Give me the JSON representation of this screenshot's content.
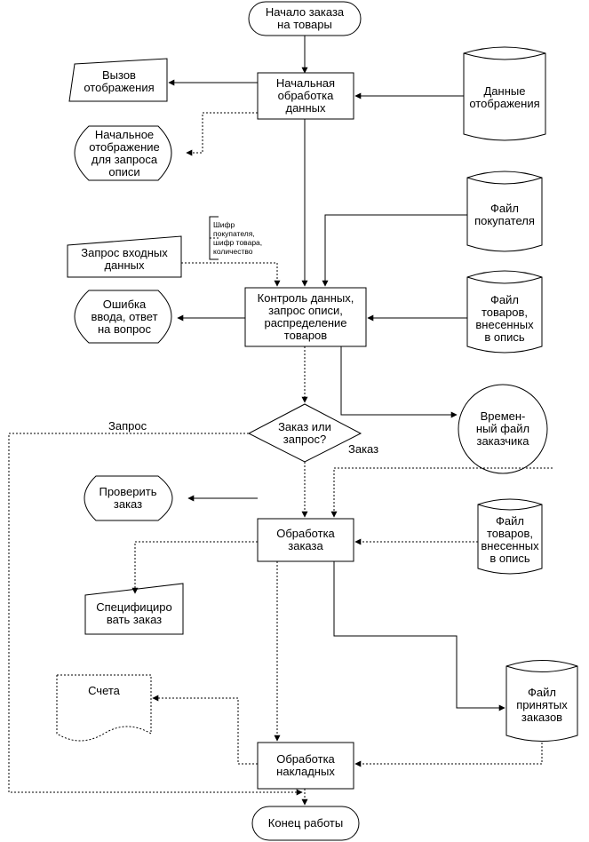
{
  "nodes": {
    "start": "Начало заказа\nна товары",
    "display_call": "Вызов\nотображения",
    "initial_processing": "Начальная\nобработка\nданных",
    "display_data": "Данные\nотображения",
    "initial_display": "Начальное\nотображение\nдля запроса\nописи",
    "customer_file": "Файл\nпокупателя",
    "cipher_note": "Шифр\nпокупателя,\nшифр товара,\nколичество",
    "input_request": "Запрос входных\nданных",
    "data_control": "Контроль данных,\nзапрос описи,\nраспределение\nтоваров",
    "input_error": "Ошибка\nввода, ответ\nна вопрос",
    "inventory_file_1": "Файл\nтоваров,\nвнесенных\nв опись",
    "temp_customer_file": "Времен-\nный файл\nзаказчика",
    "decision": "Заказ или\nзапрос?",
    "check_order": "Проверить\nзаказ",
    "order_processing": "Обработка\nзаказа",
    "inventory_file_2": "Файл\nтоваров,\nвнесенных\nв опись",
    "specify_order": "Специфициро\nвать заказ",
    "accepted_orders_file": "Файл\nпринятых\nзаказов",
    "invoices": "Счета",
    "waybill_processing": "Обработка\nнакладных",
    "end": "Конец работы"
  },
  "edge_labels": {
    "request": "Запрос",
    "order": "Заказ"
  }
}
